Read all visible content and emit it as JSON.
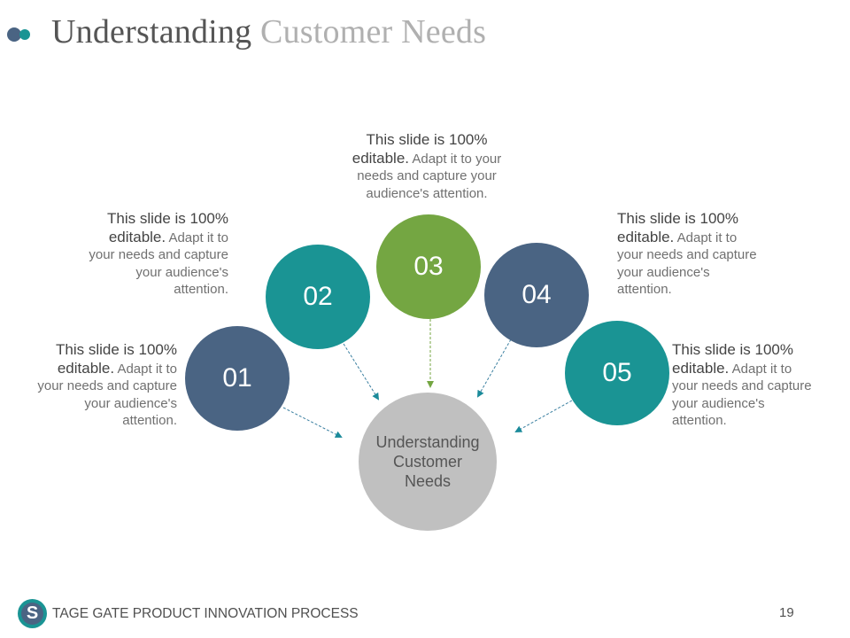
{
  "title": {
    "part1": "Understanding ",
    "part2": "Customer Needs"
  },
  "colors": {
    "slate": "#4a6483",
    "teal": "#1a9494",
    "green": "#74a642",
    "gray": "#c0c0c0"
  },
  "center": {
    "text": "Understanding Customer Needs"
  },
  "steps": [
    {
      "number": "01",
      "lead": "This slide is 100% editable.",
      "body": "Adapt it to your needs and capture your audience's attention."
    },
    {
      "number": "02",
      "lead": "This slide is 100% editable.",
      "body": "Adapt it to your needs and capture your audience's attention."
    },
    {
      "number": "03",
      "lead": "This slide is 100% editable.",
      "body": "Adapt it to your needs and capture your audience's attention."
    },
    {
      "number": "04",
      "lead": "This slide is 100% editable.",
      "body": "Adapt it to your needs and capture your audience's attention."
    },
    {
      "number": "05",
      "lead": "This slide is 100% editable.",
      "body": "Adapt it to your needs and capture your audience's attention."
    }
  ],
  "footer": {
    "logo_letter": "S",
    "text": "TAGE GATE PRODUCT INNOVATION PROCESS",
    "page": "19"
  }
}
